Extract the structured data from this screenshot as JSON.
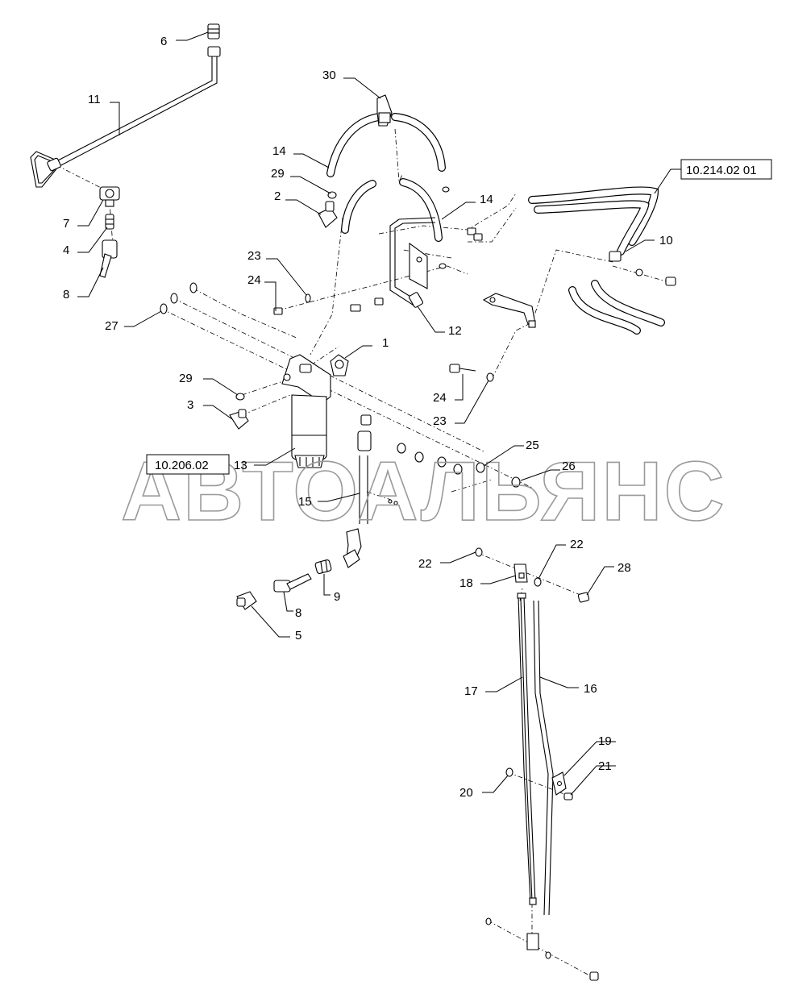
{
  "watermark": "АВТОАЛЬЯНС",
  "references": {
    "ref_top_right": "10.214.02 01",
    "ref_left": "10.206.02"
  },
  "callouts": {
    "c1": "1",
    "c2": "2",
    "c3": "3",
    "c4": "4",
    "c5": "5",
    "c6": "6",
    "c7": "7",
    "c8a": "8",
    "c8b": "8",
    "c9": "9",
    "c10": "10",
    "c11": "11",
    "c12": "12",
    "c13": "13",
    "c14a": "14",
    "c14b": "14",
    "c15": "15",
    "c16": "16",
    "c17": "17",
    "c18": "18",
    "c19": "19",
    "c20": "20",
    "c21": "21",
    "c22a": "22",
    "c22b": "22",
    "c23a": "23",
    "c23b": "23",
    "c24a": "24",
    "c24b": "24",
    "c25": "25",
    "c26": "26",
    "c27": "27",
    "c28": "28",
    "c29a": "29",
    "c29b": "29",
    "c30": "30"
  }
}
